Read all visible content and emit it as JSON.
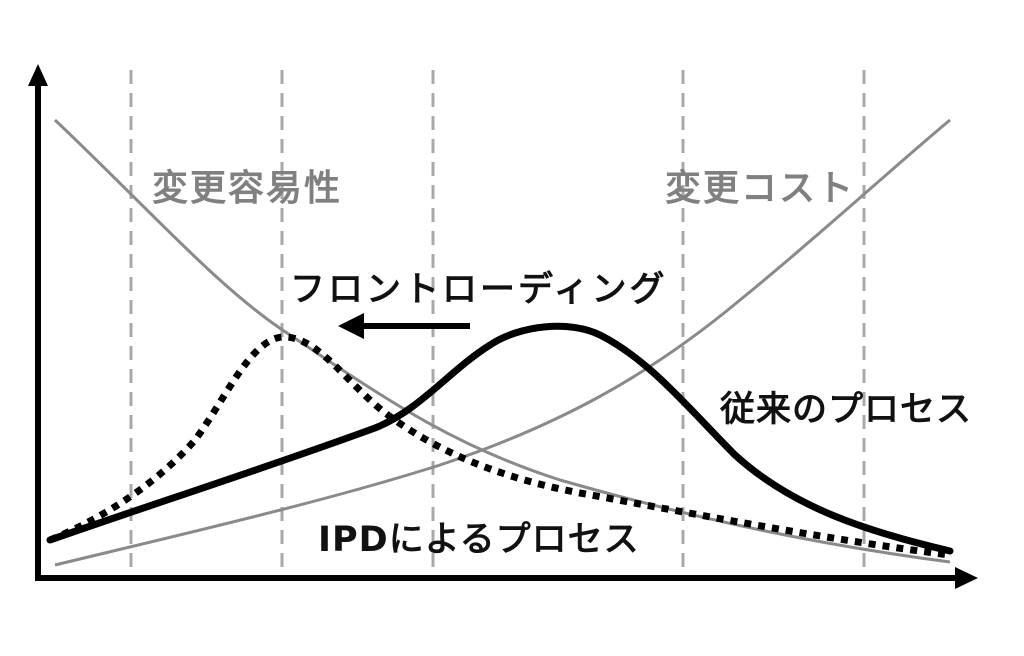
{
  "labels": {
    "ease_of_change": "変更容易性",
    "cost_of_change": "変更コスト",
    "front_loading": "フロントローディング",
    "traditional_process": "従来のプロセス",
    "ipd_process": "IPDによるプロセス"
  },
  "colors": {
    "axis": "#000000",
    "process_curves": "#000000",
    "reference_curves": "#8a8a8a",
    "phase_dividers": "#a8a8a8",
    "gray_text": "#808080",
    "black_text": "#111111"
  },
  "chart_data": {
    "type": "line",
    "title": "",
    "xlabel": "",
    "ylabel": "",
    "x_axis": "time / project phases (unlabeled)",
    "y_axis": "effort / impact (unlabeled)",
    "phase_dividers": 5,
    "grid": false,
    "series": [
      {
        "name": "変更容易性",
        "style": "thin gray solid",
        "trend": "decreasing",
        "points": [
          [
            0,
            92
          ],
          [
            10,
            70
          ],
          [
            25,
            52
          ],
          [
            45,
            33
          ],
          [
            65,
            22
          ],
          [
            100,
            3
          ]
        ]
      },
      {
        "name": "変更コスト",
        "style": "thin gray solid",
        "trend": "increasing",
        "points": [
          [
            0,
            3
          ],
          [
            25,
            16
          ],
          [
            45,
            32
          ],
          [
            65,
            52
          ],
          [
            80,
            70
          ],
          [
            100,
            92
          ]
        ]
      },
      {
        "name": "従来のプロセス",
        "style": "thick black solid",
        "peak_at": 55,
        "points": [
          [
            0,
            8
          ],
          [
            25,
            23
          ],
          [
            38,
            31
          ],
          [
            55,
            50
          ],
          [
            70,
            36
          ],
          [
            83,
            18
          ],
          [
            100,
            6
          ]
        ]
      },
      {
        "name": "IPDによるプロセス",
        "style": "thick black dotted",
        "peak_at": 26,
        "points": [
          [
            0,
            8
          ],
          [
            10,
            16
          ],
          [
            18,
            31
          ],
          [
            26,
            47
          ],
          [
            38,
            32
          ],
          [
            50,
            19
          ],
          [
            75,
            10
          ],
          [
            100,
            5
          ]
        ]
      }
    ],
    "annotations": [
      {
        "text": "フロントローディング",
        "arrow": "left",
        "meaning": "peak shifts earlier"
      }
    ]
  }
}
